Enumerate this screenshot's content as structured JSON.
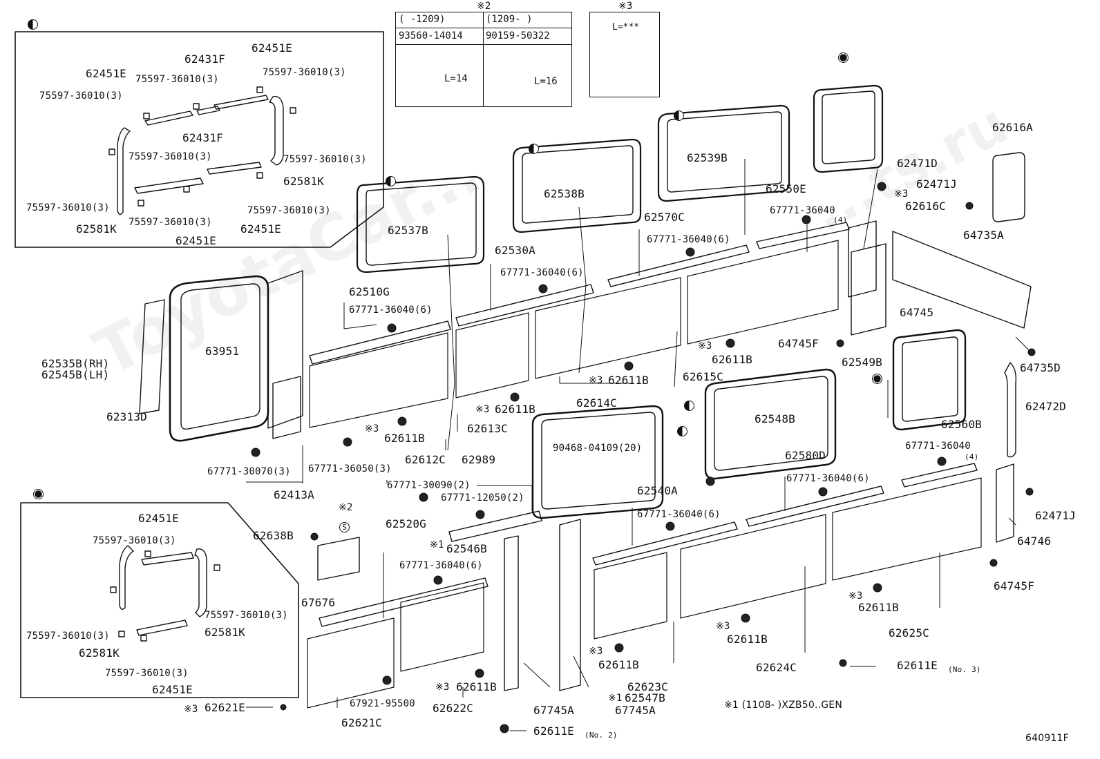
{
  "watermark": "ToyotaCar...",
  "watermark_right": "...ts.ru",
  "footer": {
    "diagram_number": "640911F",
    "note_1": "※1 (1108-      )XZB50..GEN",
    "no_2": "(No. 2)",
    "no_3": "(No. 3)"
  },
  "note_2_table": {
    "mark": "※2",
    "col1_header": "(      -1209)",
    "col2_header": "(1209-      )",
    "col1_part": "93560-14014",
    "col2_part": "90159-50322",
    "col1_length": "L=14",
    "col2_length": "L=16"
  },
  "note_3_box": {
    "mark": "※3",
    "length": "L=***"
  },
  "parts": {
    "p62451E": "62451E",
    "p62431F": "62431F",
    "p62581K": "62581K",
    "p75597_36010_3": "75597-36010(3)",
    "p62537B": "62537B",
    "p62538B": "62538B",
    "p62539B": "62539B",
    "p62471D": "62471D",
    "p62471J": "62471J",
    "p62616A": "62616A",
    "p62616C": "62616C",
    "p62550E": "62550E",
    "p67771_36040_4": "67771-36040",
    "qty_4": "(4)",
    "p62570C": "62570C",
    "p67771_36040_6": "67771-36040(6)",
    "p62530A": "62530A",
    "p62510G": "62510G",
    "p64735A": "64735A",
    "p64745": "64745",
    "p64745F": "64745F",
    "p62611B": "62611B",
    "p62615C": "62615C",
    "p62614C": "62614C",
    "p62613C": "62613C",
    "p62612C": "62612C",
    "p63951": "63951",
    "p62535B": "62535B(RH)",
    "p62545B": "62545B(LH)",
    "p62313D": "62313D",
    "p67771_30070_3": "67771-30070(3)",
    "p67771_36050_3": "67771-36050(3)",
    "p62413A": "62413A",
    "p62989": "62989",
    "p67771_30090_2": "67771-30090(2)",
    "p67771_12050_2": "67771-12050(2)",
    "p62549B": "62549B",
    "p64735D": "64735D",
    "p62472D": "62472D",
    "p62548B": "62548B",
    "p90468_04109_20": "90468-04109(20)",
    "p62560B": "62560B",
    "p62580D": "62580D",
    "p62540A": "62540A",
    "p64746": "64746",
    "p62638B": "62638B",
    "p62520G": "62520G",
    "p62546B": "62546B",
    "p67676": "67676",
    "p62625C": "62625C",
    "p62624C": "62624C",
    "p62623C": "62623C",
    "p62547B": "62547B",
    "p67745A": "67745A",
    "p62611E": "62611E",
    "p62621E": "62621E",
    "p62621C": "62621C",
    "p67921_95500": "67921-95500",
    "p62622C": "62622C",
    "mark_3": "※3",
    "mark_1": "※1",
    "mark_2": "※2",
    "mark_s": "S"
  }
}
